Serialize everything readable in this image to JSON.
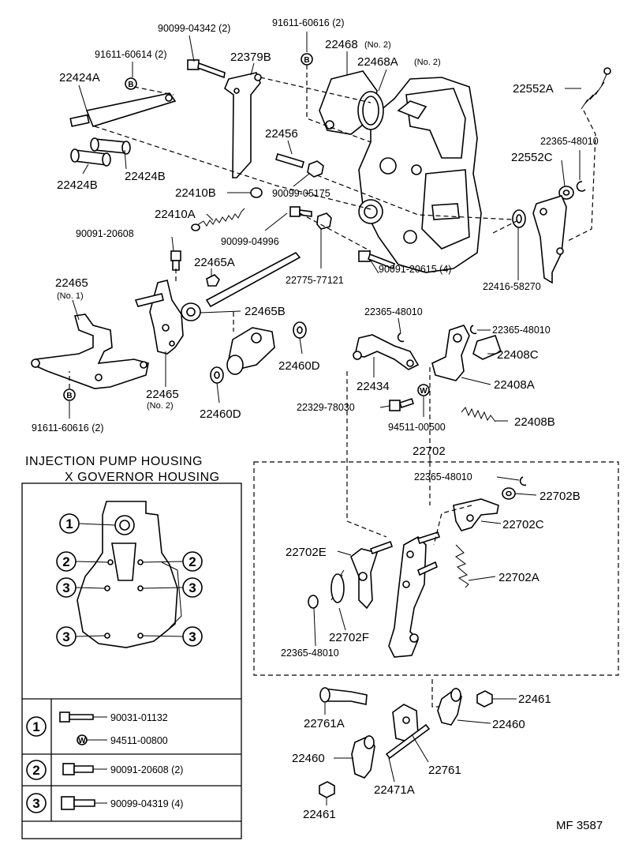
{
  "diagram": {
    "part_labels": {
      "p_90099_04342": "90099-04342 (2)",
      "p_91611_60616_top": "91611-60616 (2)",
      "p_91611_60614": "91611-60614 (2)",
      "p_22379B": "22379B",
      "p_22468": "22468",
      "p_22468_no": "(No. 2)",
      "p_22468A": "22468A",
      "p_22468A_no": "(No. 2)",
      "p_22424A": "22424A",
      "p_22552A": "22552A",
      "p_22456": "22456",
      "p_22365_48010_a": "22365-48010",
      "p_22552C": "22552C",
      "p_22424B_a": "22424B",
      "p_22424B_b": "22424B",
      "p_22410B": "22410B",
      "p_90099_05175": "90099-05175",
      "p_22410A": "22410A",
      "p_90099_04996": "90099-04996",
      "p_90091_20608": "90091-20608",
      "p_22465A": "22465A",
      "p_22775_77121": "22775-77121",
      "p_90091_20615": "90091-20615 (4)",
      "p_22416_58270": "22416-58270",
      "p_22465_1": "22465",
      "p_22465_1_no": "(No. 1)",
      "p_22465B": "22465B",
      "p_22365_48010_b": "22365-48010",
      "p_22365_48010_c": "22365-48010",
      "p_22408C": "22408C",
      "p_22460D_a": "22460D",
      "p_22434": "22434",
      "p_22408A": "22408A",
      "p_22465_2": "22465",
      "p_22465_2_no": "(No. 2)",
      "p_22329_78030": "22329-78030",
      "p_94511_00500": "94511-00500",
      "p_22408B": "22408B",
      "p_22460D_b": "22460D",
      "p_91611_60616_bot": "91611-60616 (2)",
      "p_22702": "22702",
      "p_22365_48010_d": "22365-48010",
      "p_22702B": "22702B",
      "p_22702C": "22702C",
      "p_22702E": "22702E",
      "p_22702A": "22702A",
      "p_22702F": "22702F",
      "p_22365_48010_e": "22365-48010",
      "p_22461_a": "22461",
      "p_22761A": "22761A",
      "p_22460_a": "22460",
      "p_22460_b": "22460",
      "p_22761": "22761",
      "p_22471A": "22471A",
      "p_22461_b": "22461"
    },
    "marks": {
      "b1": "B",
      "b2": "B",
      "b3": "B",
      "w1": "W",
      "w2": "W"
    },
    "inset": {
      "title_line1": "INJECTION PUMP HOUSING",
      "title_line2": "X GOVERNOR HOUSING",
      "callouts": [
        "1",
        "2",
        "2",
        "3",
        "3",
        "3",
        "3"
      ],
      "table": [
        {
          "num": "1",
          "items": [
            "90031-01132",
            "94511-00800"
          ]
        },
        {
          "num": "2",
          "items": [
            "90091-20608 (2)"
          ]
        },
        {
          "num": "3",
          "items": [
            "90099-04319 (4)"
          ]
        }
      ]
    },
    "footer_code": "MF  3587"
  }
}
